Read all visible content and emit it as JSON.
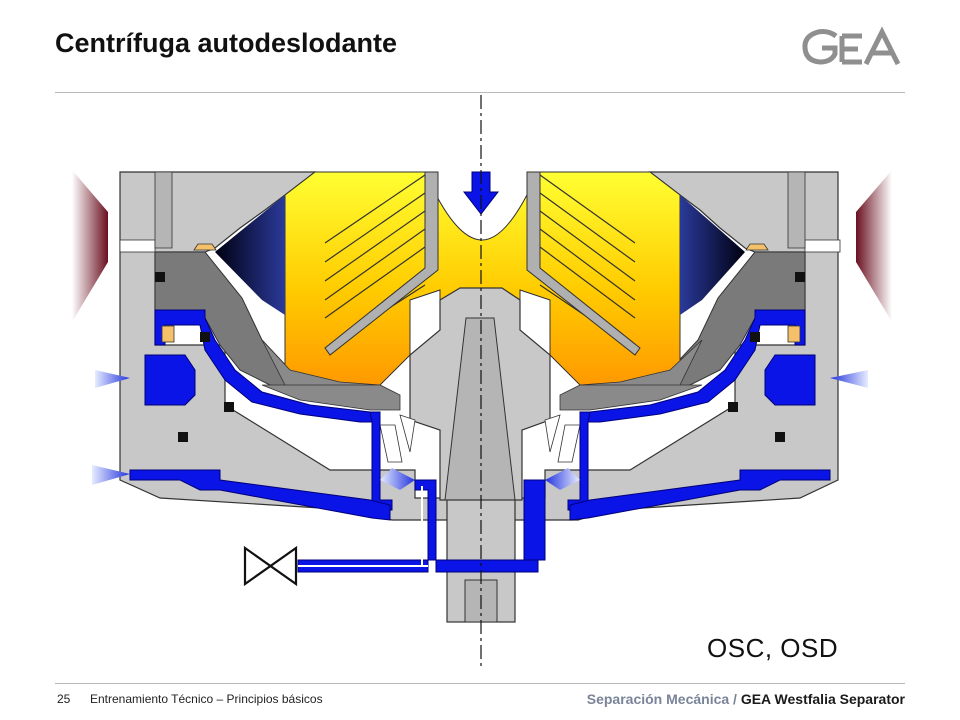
{
  "header": {
    "title": "Centrífuga autodeslodante",
    "logo_text": "GEA"
  },
  "diagram": {
    "model_label": "OSC, OSD"
  },
  "footer": {
    "page_number": "25",
    "course": "Entrenamiento Técnico – Principios básicos",
    "section": "Separación Mecánica /",
    "company": "GEA Westfalia Separator"
  },
  "colors": {
    "steel": "#c8c8c8",
    "steel_dark": "#7a7a7a",
    "water": "#0a14e6",
    "sludge_top": "#ffff33",
    "sludge_bottom": "#ff9900",
    "rule": "#b8b8b8"
  }
}
